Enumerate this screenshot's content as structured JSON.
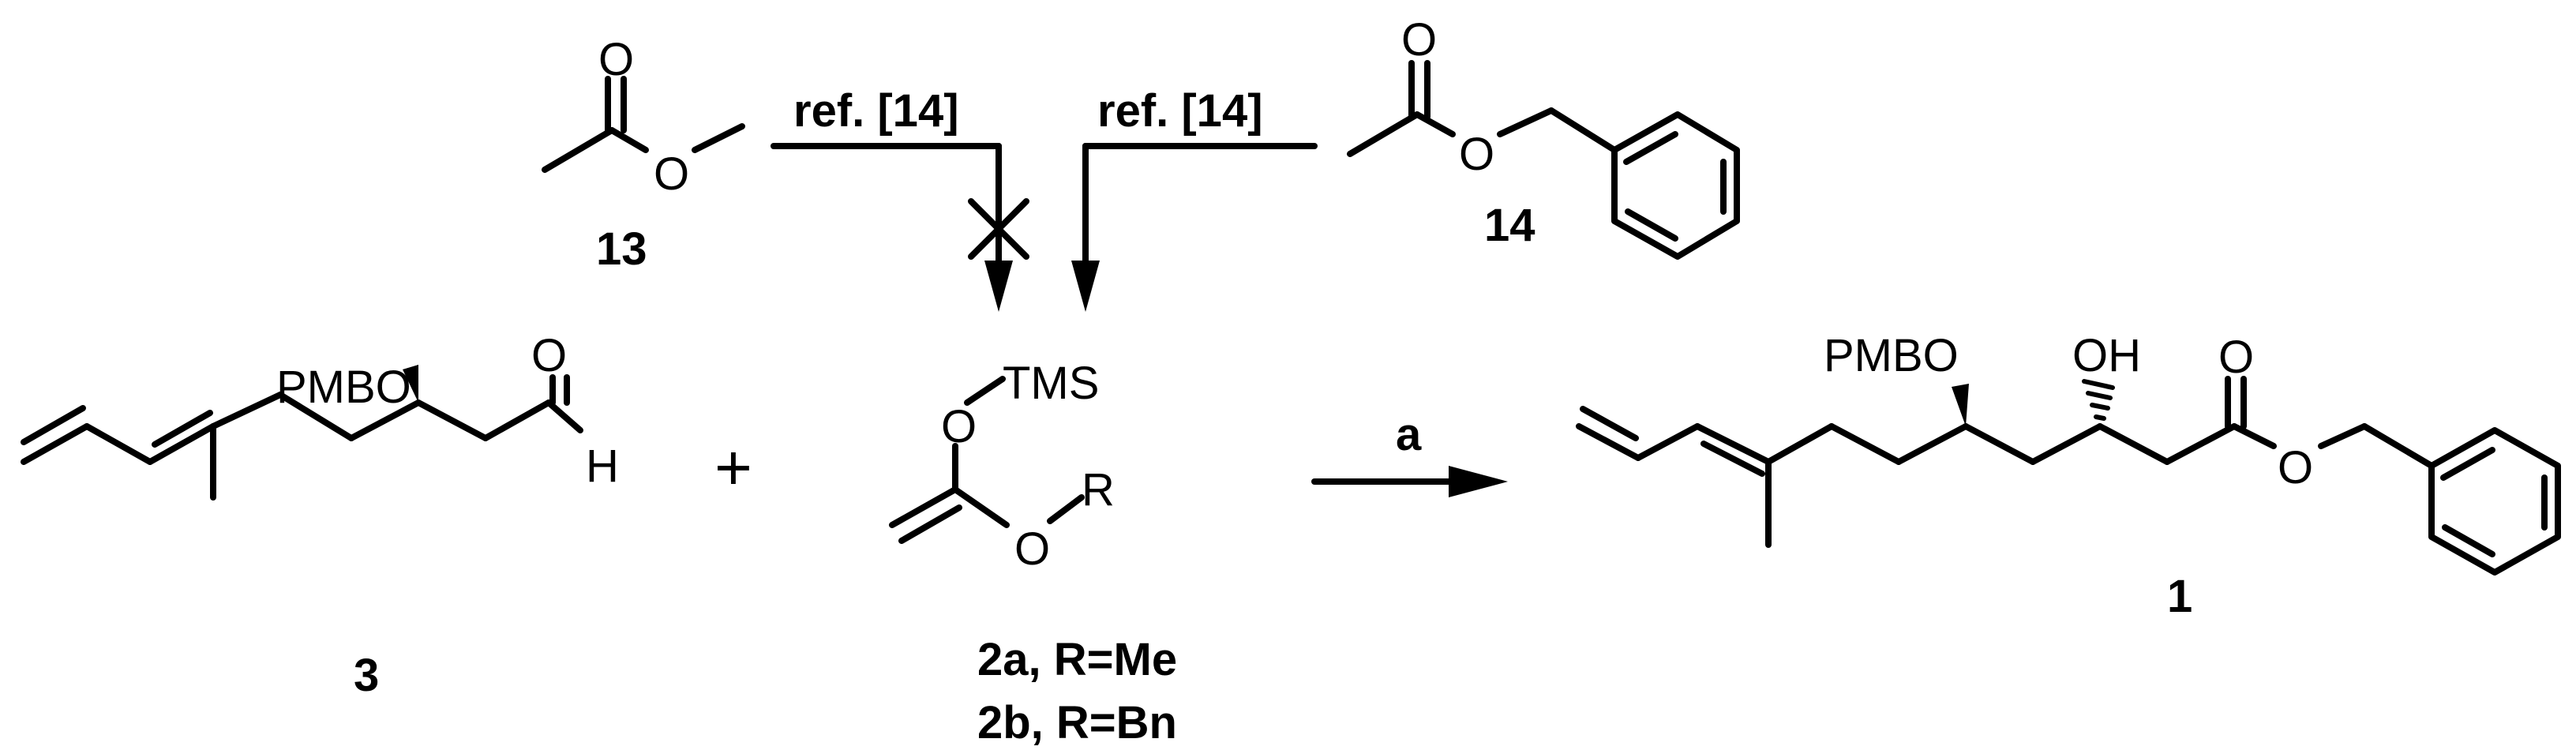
{
  "reactions": {
    "ref_left": "ref. [14]",
    "ref_right": "ref. [14]",
    "reagent_a": "a",
    "plus": "+"
  },
  "compounds": {
    "c13": {
      "number": "13",
      "o_carbonyl": "O",
      "o_ester": "O"
    },
    "c14": {
      "number": "14",
      "o_carbonyl": "O",
      "o_ester": "O"
    },
    "c3": {
      "number": "3",
      "pmbo": "PMBO",
      "o_aldehyde": "O",
      "h_aldehyde": "H"
    },
    "c2": {
      "o_upper": "O",
      "tms": "TMS",
      "o_lower": "O",
      "r": "R",
      "label_2a": "2a, R=Me",
      "label_2b": "2b, R=Bn"
    },
    "c1": {
      "number": "1",
      "pmbo": "PMBO",
      "oh": "OH",
      "o_carbonyl": "O",
      "o_ester": "O"
    }
  }
}
